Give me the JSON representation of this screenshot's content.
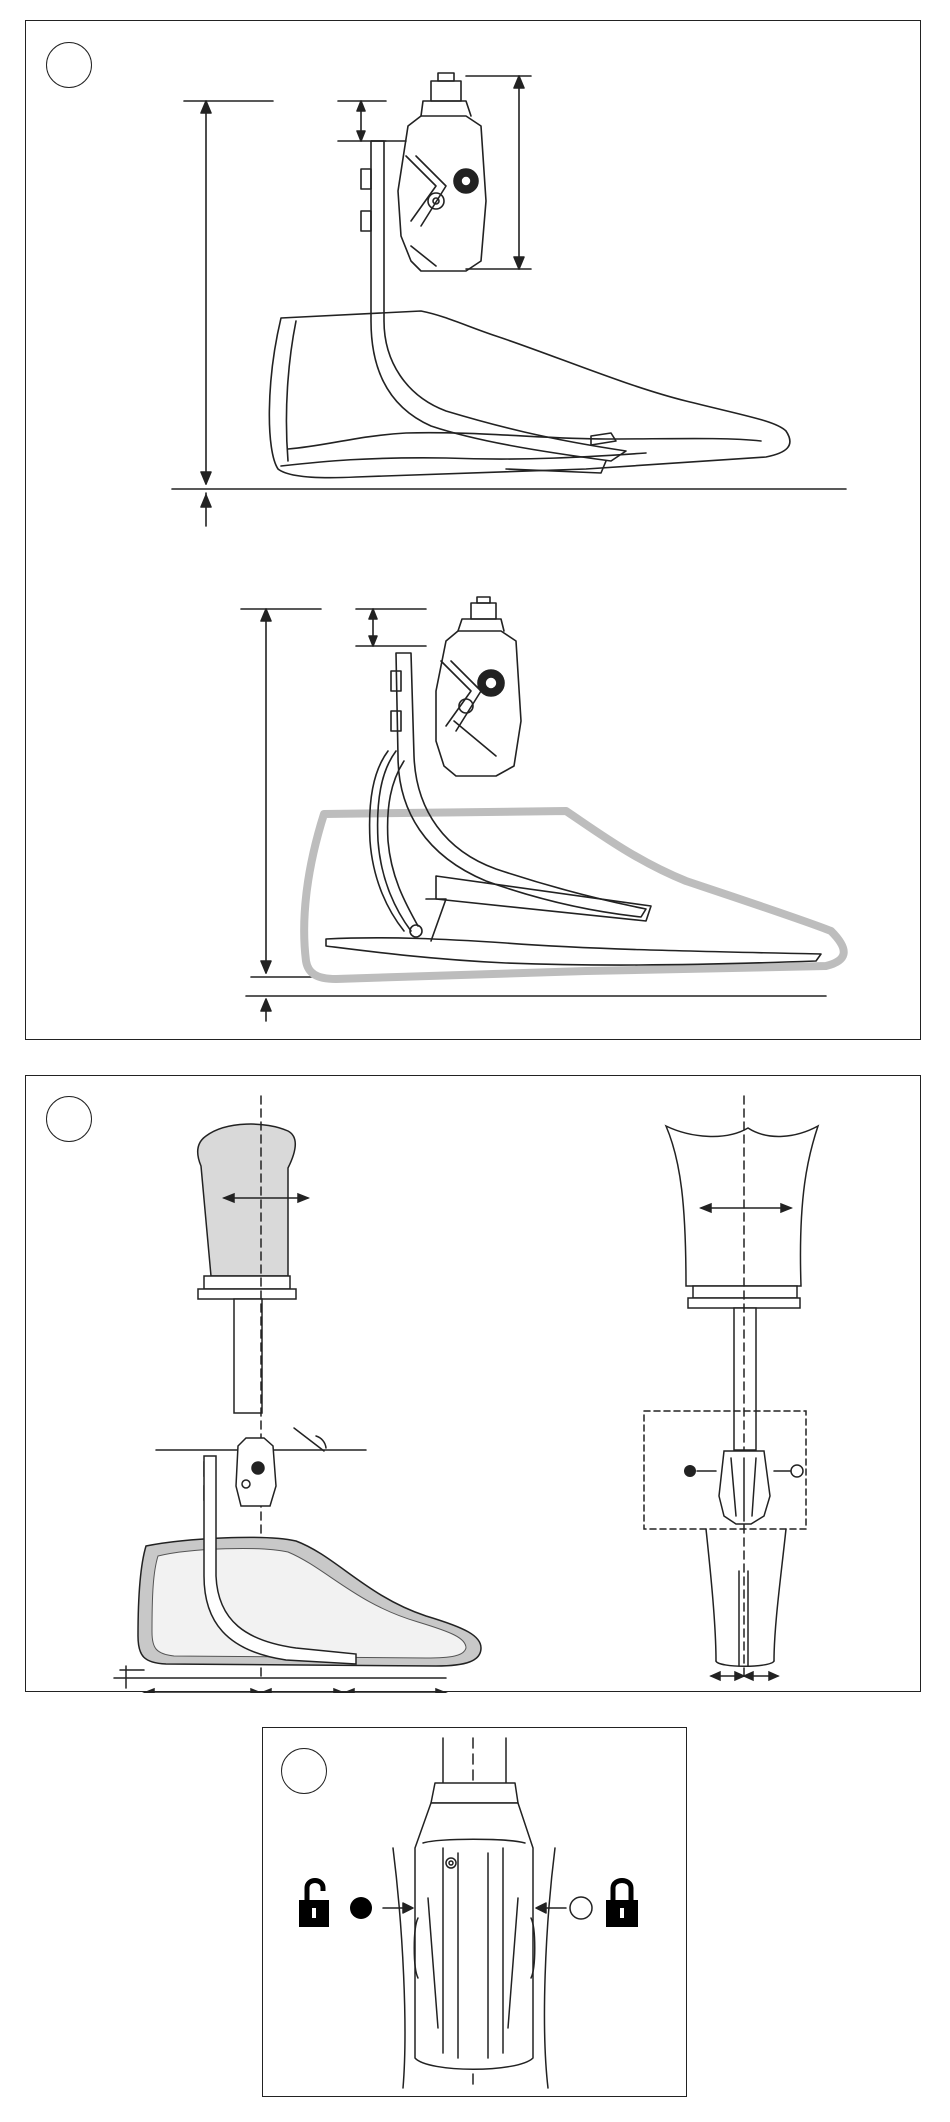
{
  "figures": [
    {
      "id": "figure-1",
      "step_marker": ""
    },
    {
      "id": "figure-2",
      "step_marker": ""
    },
    {
      "id": "figure-3",
      "step_marker": ""
    }
  ],
  "icons": {
    "unlock": "open-padlock-icon",
    "lock": "closed-padlock-icon",
    "filled_dot": "filled-circle-icon",
    "open_dot": "open-circle-icon"
  },
  "colors": {
    "line": "#222222",
    "socket_fill": "#d9d9d9",
    "cosmesis_outline": "#bdbdbd",
    "foot_shell_fill": "#c8c8c8",
    "black": "#000000"
  }
}
